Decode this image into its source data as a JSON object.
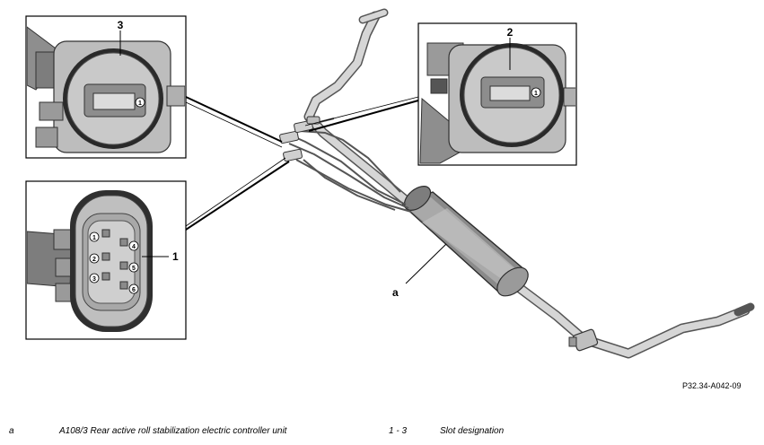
{
  "figure_code": "P32.34-A042-09",
  "callouts": {
    "slot_1": "1",
    "slot_2": "2",
    "slot_3": "3",
    "unit": "a"
  },
  "pin_numbers": [
    "1",
    "2",
    "3",
    "4",
    "5",
    "6"
  ],
  "detail_pin_marker": "1",
  "legend": [
    {
      "key": "a",
      "text": "A108/3 Rear active roll stabilization electric controller unit"
    },
    {
      "key": "1 - 3",
      "text": "Slot designation"
    }
  ]
}
